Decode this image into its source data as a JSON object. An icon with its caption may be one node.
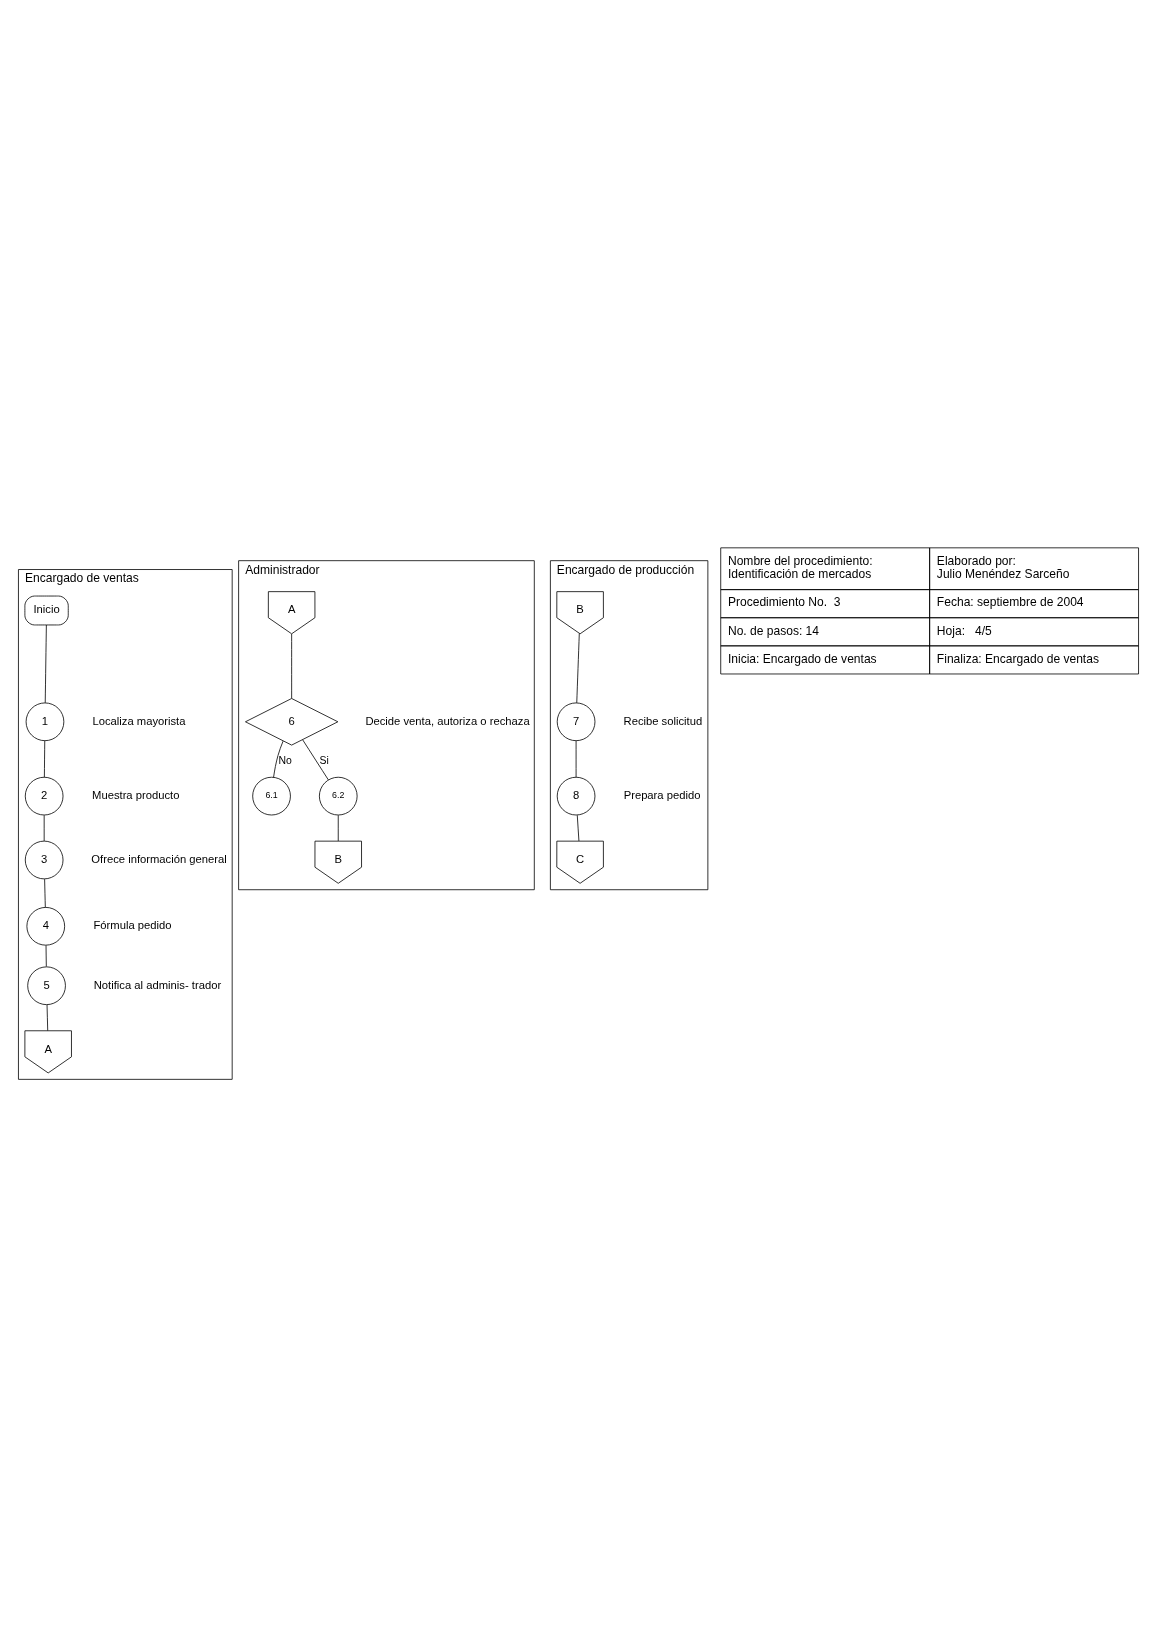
{
  "diagram": {
    "nodes": [
      {
        "text": [
          "Encargado de ventas"
        ]
      },
      {
        "text": [
          "Administrador"
        ]
      },
      {
        "text": [
          "Encargado de producción"
        ]
      },
      {
        "text": [
          "Inicio"
        ],
        "in": 0
      },
      {
        "text": [
          "1"
        ],
        "in": 0,
        "beside": [
          "Localiza mayorista"
        ]
      },
      {
        "text": [
          "2"
        ],
        "in": 0,
        "beside": [
          "Muestra producto"
        ]
      },
      {
        "text": [
          "3"
        ],
        "in": 0,
        "beside": [
          "Ofrece información general"
        ]
      },
      {
        "text": [
          "4"
        ],
        "in": 0,
        "beside": [
          "Fórmula pedido"
        ]
      },
      {
        "text": [
          "5"
        ],
        "in": 0,
        "beside": [
          "Notifica al adminis- trador"
        ]
      },
      {
        "text": [
          "A"
        ],
        "in": 0
      },
      {
        "text": [
          "A"
        ],
        "in": 1
      },
      {
        "text": [
          "6"
        ],
        "in": 1,
        "beside": [
          "Decide venta, autoriza o rechaza"
        ]
      },
      {
        "text": [
          "6.1"
        ],
        "in": 1
      },
      {
        "text": [
          "6.2"
        ],
        "in": 1
      },
      {
        "text": [
          "B"
        ],
        "in": 1
      },
      {
        "text": [
          "B"
        ],
        "in": 2
      },
      {
        "text": [
          "7"
        ],
        "in": 2,
        "beside": [
          "Recibe solicitud"
        ]
      },
      {
        "text": [
          "8"
        ],
        "in": 2,
        "beside": [
          "Prepara pedido"
        ]
      },
      {
        "text": [
          "C"
        ],
        "in": 2
      }
    ],
    "edges": [
      {
        "from": 3,
        "to": 4,
        "arrow": "none"
      },
      {
        "from": 4,
        "to": 5,
        "arrow": "none"
      },
      {
        "from": 5,
        "to": 6,
        "arrow": "none"
      },
      {
        "from": 6,
        "to": 7,
        "arrow": "none"
      },
      {
        "from": 7,
        "to": 8,
        "arrow": "none"
      },
      {
        "from": 8,
        "to": 9,
        "arrow": "none"
      },
      {
        "from": 10,
        "to": 11,
        "arrow": "none"
      },
      {
        "from": 11,
        "to": 12,
        "arrow": "none",
        "label": "No"
      },
      {
        "from": 11,
        "to": 13,
        "arrow": "none",
        "label": "Si"
      },
      {
        "from": 13,
        "to": 14,
        "arrow": "none"
      },
      {
        "from": 15,
        "to": 16,
        "arrow": "none"
      },
      {
        "from": 16,
        "to": 17,
        "arrow": "none"
      },
      {
        "from": 17,
        "to": 18,
        "arrow": "none"
      }
    ],
    "labels": [
      "Nombre del procedimiento:",
      "Identificación de mercados",
      "Elaborado por:",
      "Julio Menéndez Sarceño",
      "Procedimiento No.  3",
      "Fecha: septiembre de 2004",
      "No. de pasos: 14",
      "Hoja:   4/5",
      "Inicia: Encargado de ventas",
      "Finaliza: Encargado de ventas"
    ]
  }
}
